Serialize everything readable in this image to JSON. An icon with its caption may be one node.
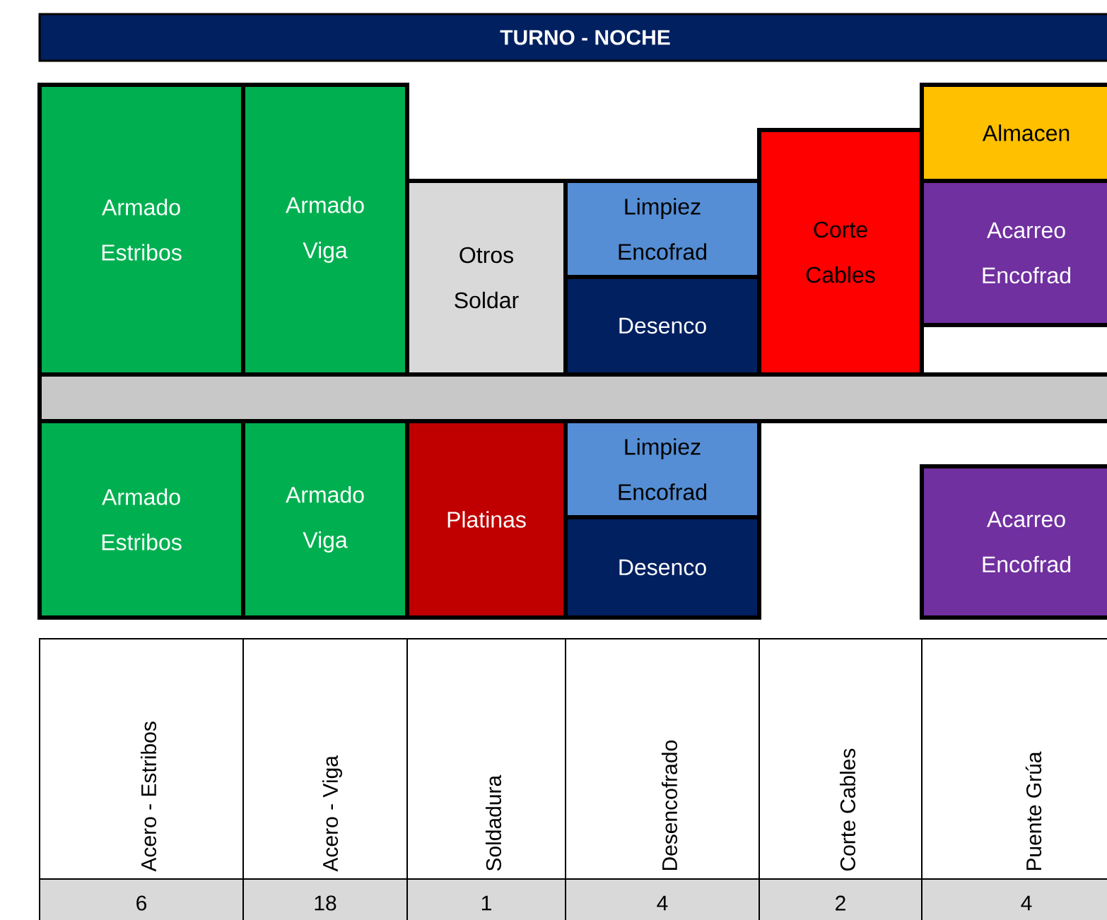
{
  "diagram": {
    "nodes": [
      {
        "text": [
          "TURNO - NOCHE"
        ]
      },
      {
        "text": [
          "Armado Estribos"
        ]
      },
      {
        "text": [
          "Armado Viga"
        ]
      },
      {
        "text": [
          "Otros Soldar"
        ]
      },
      {
        "text": [
          "Limpiez Encofrad"
        ]
      },
      {
        "text": [
          "Desenco"
        ]
      },
      {
        "text": [
          "Corte Cables"
        ]
      },
      {
        "text": [
          "Almacen"
        ]
      },
      {
        "text": [
          "Acarreo Encofrad"
        ]
      },
      {
        "text": [],
        "shape": "bar"
      },
      {
        "text": [
          "Armado Estribos"
        ]
      },
      {
        "text": [
          "Armado Viga"
        ]
      },
      {
        "text": [
          "Platinas"
        ]
      },
      {
        "text": [
          "Limpiez Encofrad"
        ]
      },
      {
        "text": [
          "Desenco"
        ]
      },
      {
        "text": [
          "Acarreo Encofrad"
        ]
      }
    ],
    "edges": [],
    "labels": [
      "Acero - Estribos",
      "Acero - Viga",
      "Soldadura",
      "Desencofrado",
      "Corte Cables",
      "Puente Grúa",
      "6",
      "18",
      "1",
      "4",
      "2",
      "4"
    ]
  }
}
